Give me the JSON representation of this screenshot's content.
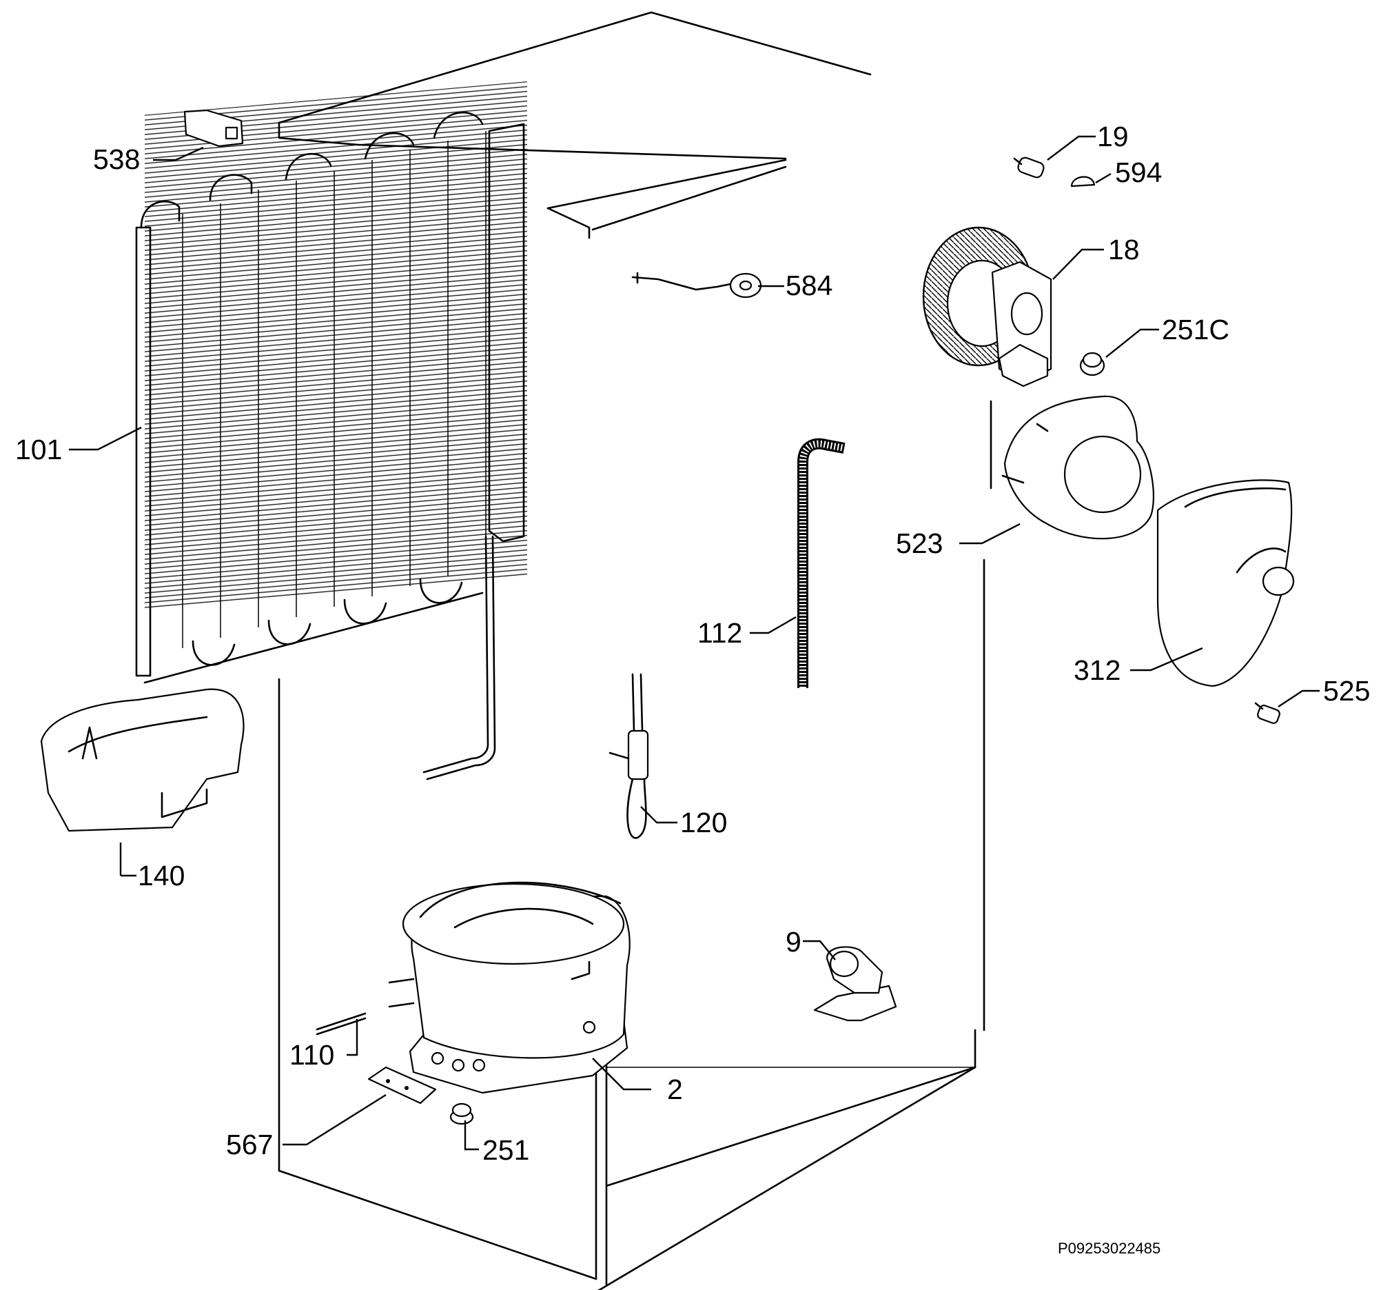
{
  "labels": {
    "l538": "538",
    "l101": "101",
    "l140": "140",
    "l584": "584",
    "l112": "112",
    "l120": "120",
    "l110": "110",
    "l567": "567",
    "l251": "251",
    "l2": "2",
    "l9": "9",
    "l19": "19",
    "l594": "594",
    "l18": "18",
    "l251c": "251C",
    "l523": "523",
    "l312": "312",
    "l525": "525"
  },
  "reference_code": "P09253022485"
}
